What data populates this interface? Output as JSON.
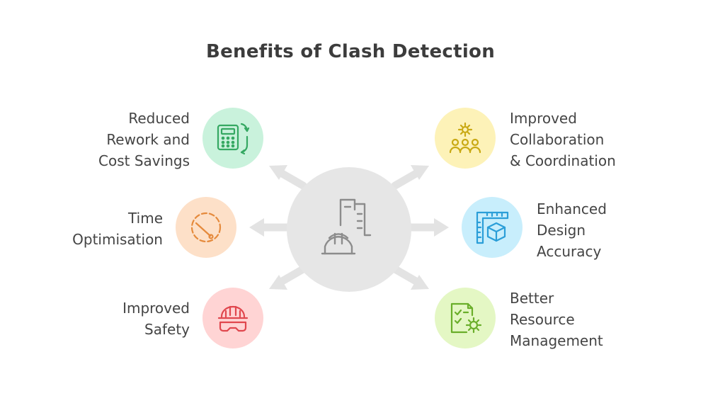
{
  "title": "Benefits of Clash Detection",
  "center": {
    "icon": "construction-helmet-buildings-icon",
    "color": "#e6e6e6"
  },
  "benefits": [
    {
      "label": "Reduced\nRework and\nCost Savings",
      "icon": "calculator-refresh-icon",
      "color": "#c9f2dc",
      "stroke": "#35a862"
    },
    {
      "label": "Time\nOptimisation",
      "icon": "clock-timer-icon",
      "color": "#fde0c8",
      "stroke": "#e58a3c"
    },
    {
      "label": "Improved\nSafety",
      "icon": "helmet-goggles-icon",
      "color": "#ffd4d4",
      "stroke": "#e0474e"
    },
    {
      "label": "Improved\nCollaboration\n& Coordination",
      "icon": "team-gear-icon",
      "color": "#fdf2b8",
      "stroke": "#c9a914"
    },
    {
      "label": "Enhanced\nDesign\nAccuracy",
      "icon": "ruler-cube-icon",
      "color": "#c8eefc",
      "stroke": "#2b9ed8"
    },
    {
      "label": "Better\nResource\nManagement",
      "icon": "checklist-gear-icon",
      "color": "#e4f7c4",
      "stroke": "#6aae2a"
    }
  ]
}
